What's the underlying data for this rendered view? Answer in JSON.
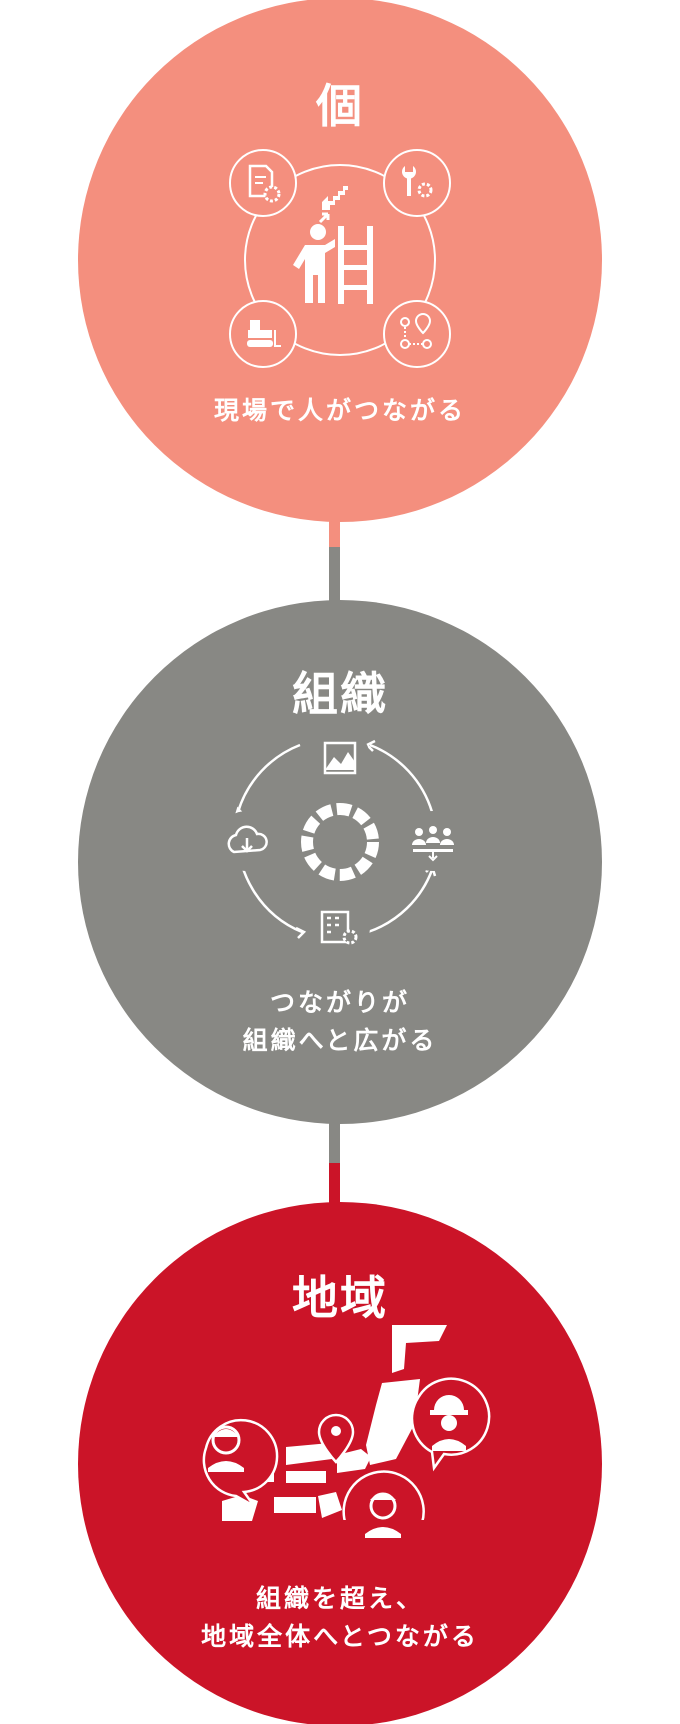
{
  "stages": [
    {
      "title": "個",
      "caption_lines": [
        "現場で人がつながる"
      ],
      "color": "#f48f7e",
      "icons": [
        "document-gear-icon",
        "wrench-gear-icon",
        "worker-ladder-icon",
        "bulldozer-icon",
        "route-map-icon",
        "stairs-up-icon"
      ]
    },
    {
      "title": "組織",
      "caption_lines": [
        "つながりが",
        "組織へと広がる"
      ],
      "color": "#888884",
      "icons": [
        "line-chart-icon",
        "cloud-download-icon",
        "gear-icon",
        "team-icon",
        "building-gear-icon"
      ]
    },
    {
      "title": "地域",
      "caption_lines": [
        "組織を超え、",
        "地域全体へとつながる"
      ],
      "color": "#cb1428",
      "icons": [
        "japan-map-icon",
        "person-icon",
        "worker-helmet-icon",
        "location-pin-icon"
      ]
    }
  ],
  "connector_colors": {
    "top": "#f48f7e",
    "mid": "#888884",
    "bottom": "#cb1428"
  }
}
